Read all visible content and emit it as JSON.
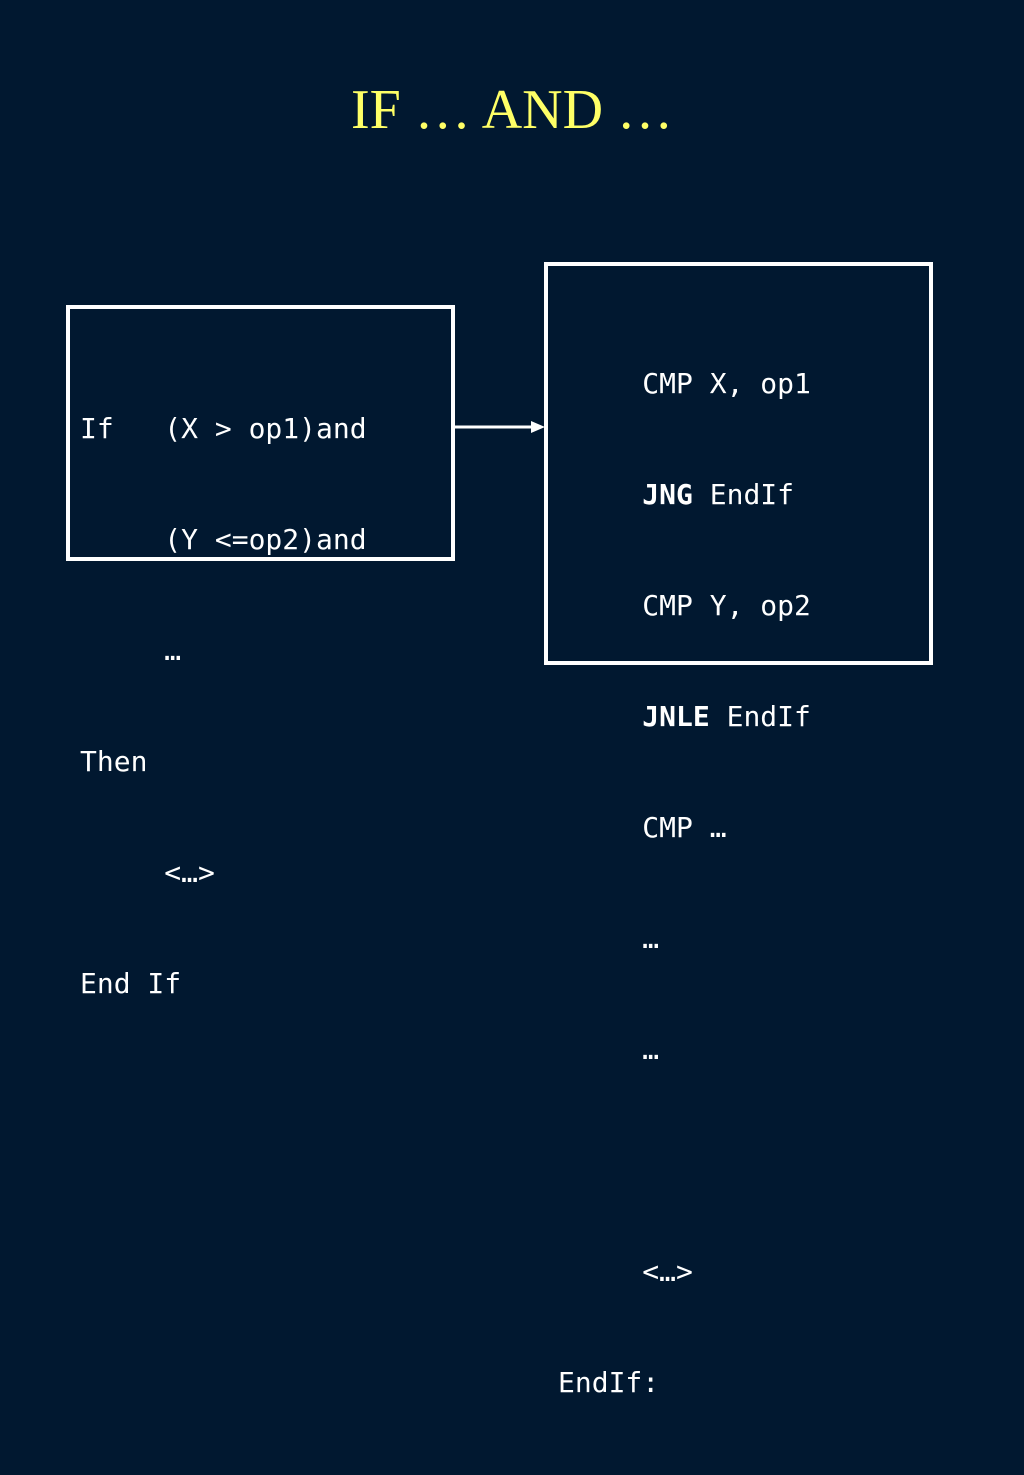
{
  "slide": {
    "title": "IF … AND …"
  },
  "left_code": {
    "lines": [
      "If   (X > op1)and",
      "     (Y <=op2)and",
      "     …",
      "Then",
      "     <…>",
      "End If"
    ]
  },
  "right_code": {
    "line1": "     CMP X, op1",
    "line2_prefix": "     ",
    "line2_kw": "JNG",
    "line2_rest": " EndIf",
    "line3": "     CMP Y, op2",
    "line4_prefix": "     ",
    "line4_kw": "JNLE",
    "line4_rest": " EndIf",
    "line5": "     CMP …",
    "line6": "     …",
    "line7": "     …",
    "line8": "",
    "line9": "     <…>",
    "line10": "EndIf:"
  },
  "colors": {
    "background": "#011830",
    "title": "#ffff66",
    "text": "#ffffff",
    "border": "#ffffff"
  }
}
